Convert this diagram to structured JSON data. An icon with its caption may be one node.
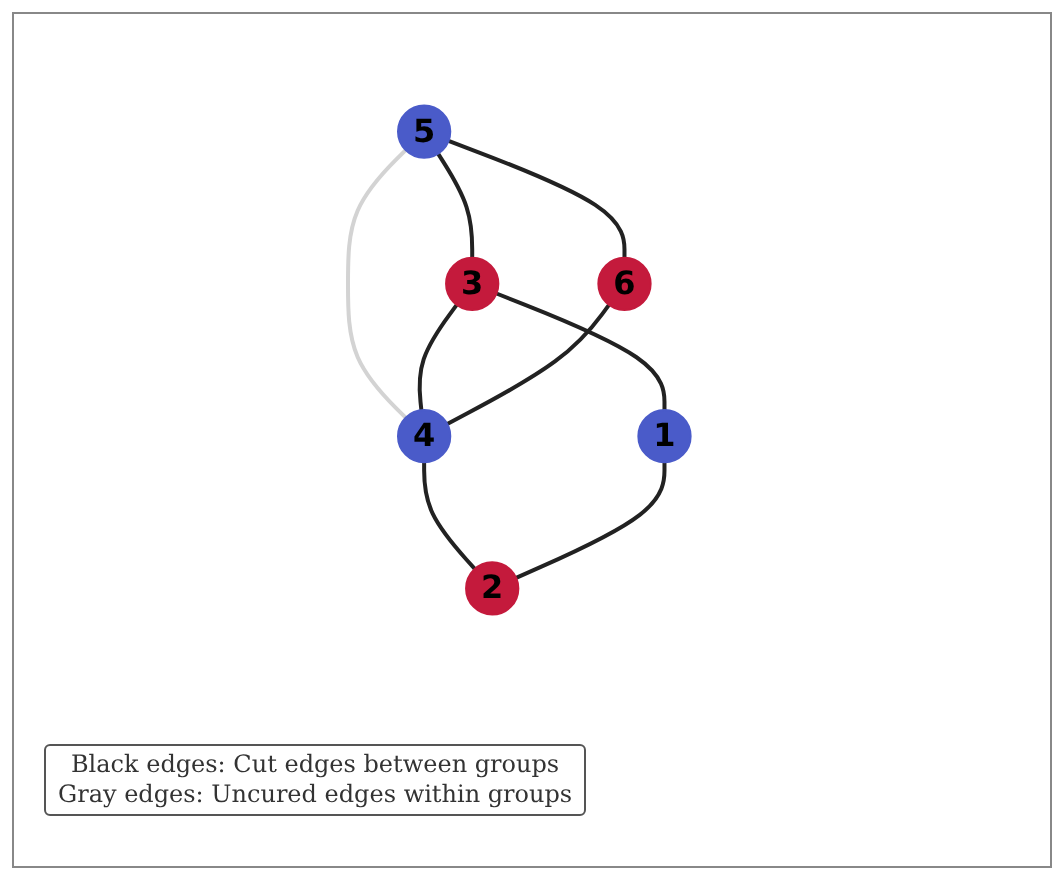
{
  "diagram": {
    "nodes": [
      {
        "text": [
          "5"
        ]
      },
      {
        "text": [
          "3"
        ]
      },
      {
        "text": [
          "6"
        ]
      },
      {
        "text": [
          "1"
        ]
      },
      {
        "text": [
          "4"
        ]
      },
      {
        "text": [
          "2"
        ]
      }
    ],
    "edges": [
      {
        "from": 0,
        "to": 1,
        "arrow": "none"
      },
      {
        "from": 0,
        "to": 2,
        "arrow": "none"
      },
      {
        "from": 0,
        "to": 4,
        "arrow": "none",
        "color": "#d3d3d3"
      },
      {
        "from": 1,
        "to": 4,
        "arrow": "none"
      },
      {
        "from": 1,
        "to": 3,
        "arrow": "none"
      },
      {
        "from": 2,
        "to": 4,
        "arrow": "none"
      },
      {
        "from": 4,
        "to": 5,
        "arrow": "none"
      },
      {
        "from": 3,
        "to": 5,
        "arrow": "none"
      }
    ],
    "labels": [
      "Black edges: Cut edges between groups",
      "Gray edges: Uncured edges within groups"
    ]
  }
}
